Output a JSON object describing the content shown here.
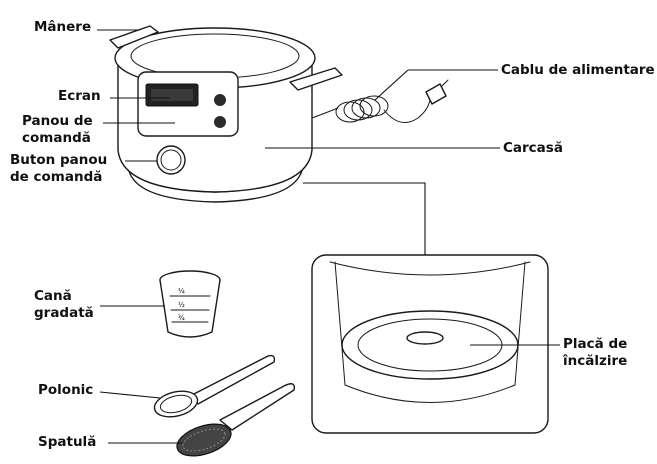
{
  "labels": {
    "manere": "Mânere",
    "ecran": "Ecran",
    "panou_line1": "Panou de",
    "panou_line2": "comandă",
    "buton_line1": "Buton panou",
    "buton_line2": "de comandă",
    "cablu": "Cablu de alimentare",
    "carcasa": "Carcasă",
    "cana_line1": "Cană",
    "cana_line2": "gradată",
    "placa_line1": "Placă de",
    "placa_line2": "încălzire",
    "polonic": "Polonic",
    "spatula": "Spatulă"
  },
  "cup_marks": [
    "¼",
    "½",
    "¾"
  ]
}
